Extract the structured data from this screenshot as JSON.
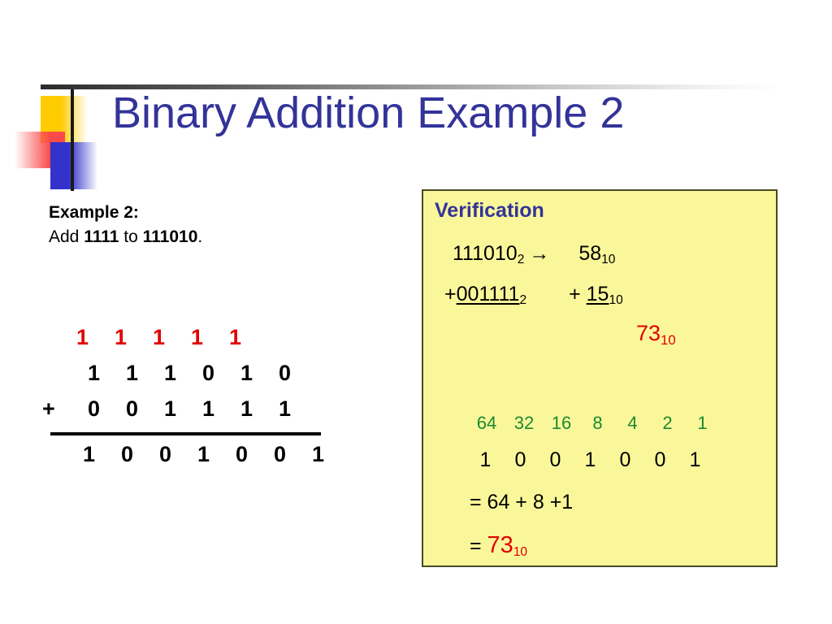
{
  "title": "Binary Addition Example 2",
  "decoration": {
    "yellow": "#ffcc00",
    "red": "#f94b4b",
    "blue": "#3333cc",
    "line": "#1a1a1a"
  },
  "colors": {
    "title": "#333399",
    "carry": "#e00000",
    "result": "#e00000",
    "place_value": "#1a8a2e",
    "box_fill": "#faf79a",
    "box_border": "#4a4a22"
  },
  "left": {
    "example_label": "Example 2:",
    "instruction_prefix": "Add ",
    "addend_a": "1111",
    "instruction_mid": " to ",
    "addend_b": "111010",
    "instruction_suffix": ".",
    "work": {
      "carry_digits": [
        "1",
        "1",
        "1",
        "1",
        "1"
      ],
      "operand1_digits": [
        "1",
        "1",
        "1",
        "0",
        "1",
        "0"
      ],
      "plus_sign": "+",
      "operand2_digits": [
        "0",
        "0",
        "1",
        "1",
        "1",
        "1"
      ],
      "sum_digits": [
        "1",
        "0",
        "0",
        "1",
        "0",
        "0",
        "1"
      ]
    }
  },
  "verification": {
    "heading": "Verification",
    "line1": {
      "binary": "111010",
      "binary_sub": "2",
      "arrow": "→",
      "decimal": "58",
      "decimal_sub": "10"
    },
    "line2": {
      "plus": "+",
      "binary": "001111",
      "binary_sub": "2",
      "dec_plus": "+",
      "decimal": "15",
      "decimal_sub": "10"
    },
    "line3": {
      "total": "73",
      "total_sub": "10"
    },
    "place_values": [
      "64",
      "32",
      "16",
      "8",
      "4",
      "2",
      "1"
    ],
    "binary_digits": [
      "1",
      "0",
      "0",
      "1",
      "0",
      "0",
      "1"
    ],
    "expansion": "= 64 + 8 +1",
    "final": {
      "equals": "= ",
      "value": "73",
      "value_sub": "10"
    }
  }
}
